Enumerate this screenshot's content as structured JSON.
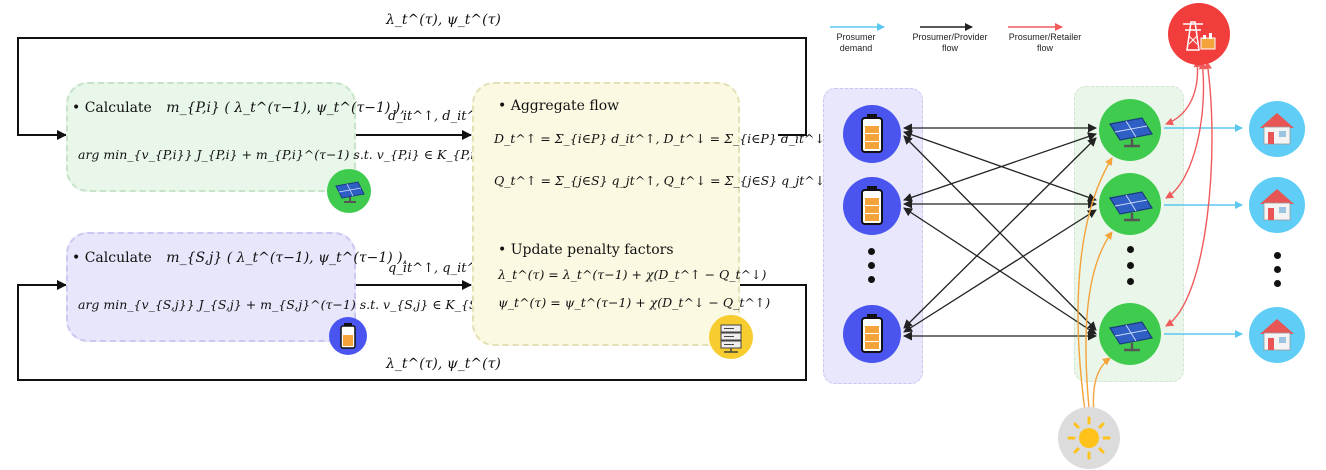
{
  "feedback": {
    "top_label": "λ_t^(τ), ψ_t^(τ)",
    "bottom_label": "λ_t^(τ), ψ_t^(τ)"
  },
  "provider_box": {
    "line1_prefix": "• Calculate",
    "line1_math": "m_{P,i} ( λ_t^(τ−1), ψ_t^(τ−1) ),",
    "line2_math": "arg min_{v_{P,i}} J_{P,i} + m_{P,i}^(τ−1) s.t. v_{P,i} ∈ K_{P,i}",
    "icon": "solar-panel-icon"
  },
  "storage_box": {
    "line1_prefix": "• Calculate",
    "line1_math": "m_{S,j} ( λ_t^(τ−1), ψ_t^(τ−1) ),",
    "line2_math": "arg min_{v_{S,j}} J_{S,j} + m_{S,j}^(τ−1) s.t. v_{S,j} ∈ K_{S,j}",
    "icon": "battery-icon"
  },
  "arrows": {
    "provider_to_aggregator": "d_it^↑, d_it^↓",
    "storage_to_aggregator": "q_it^↑, q_it^↓"
  },
  "aggregator_box": {
    "heading1": "• Aggregate flow",
    "eq1": "D_t^↑ = Σ_{i∈P} d_it^↑,   D_t^↓ = Σ_{i∈P} d_it^↓",
    "eq2": "Q_t^↑ = Σ_{j∈S} q_jt^↑,   Q_t^↓ = Σ_{j∈S} q_jt^↓",
    "heading2": "• Update penalty factors",
    "eq3": "λ_t^(τ) = λ_t^(τ−1) + χ(D_t^↑ − Q_t^↓)",
    "eq4": "ψ_t^(τ) = ψ_t^(τ−1) + χ(D_t^↓ − Q_t^↑)",
    "icon": "server-icon"
  },
  "legend": [
    {
      "label": "Prosumer\ndemand",
      "color": "#5bc8f0"
    },
    {
      "label": "Prosumer/Provider\nflow",
      "color": "#222222"
    },
    {
      "label": "Prosumer/Retailer\nflow",
      "color": "#f05a5a"
    }
  ],
  "network": {
    "storage_icon": "battery-icon",
    "prosumer_icon": "solar-panel-icon",
    "house_icon": "house-icon",
    "retailer_icon": "power-tower-icon",
    "sun_icon": "sun-icon",
    "colors": {
      "storage_bg": "#e9e8fb",
      "prosumer_bg": "#eaf6ea",
      "battery_circle": "#4a55f0",
      "prosumer_circle": "#3ecb4e",
      "house_circle": "#5fcdf5",
      "retailer_circle": "#f23d3d",
      "sun_circle": "#dcdcdc",
      "orange": "#f4a23a"
    }
  }
}
